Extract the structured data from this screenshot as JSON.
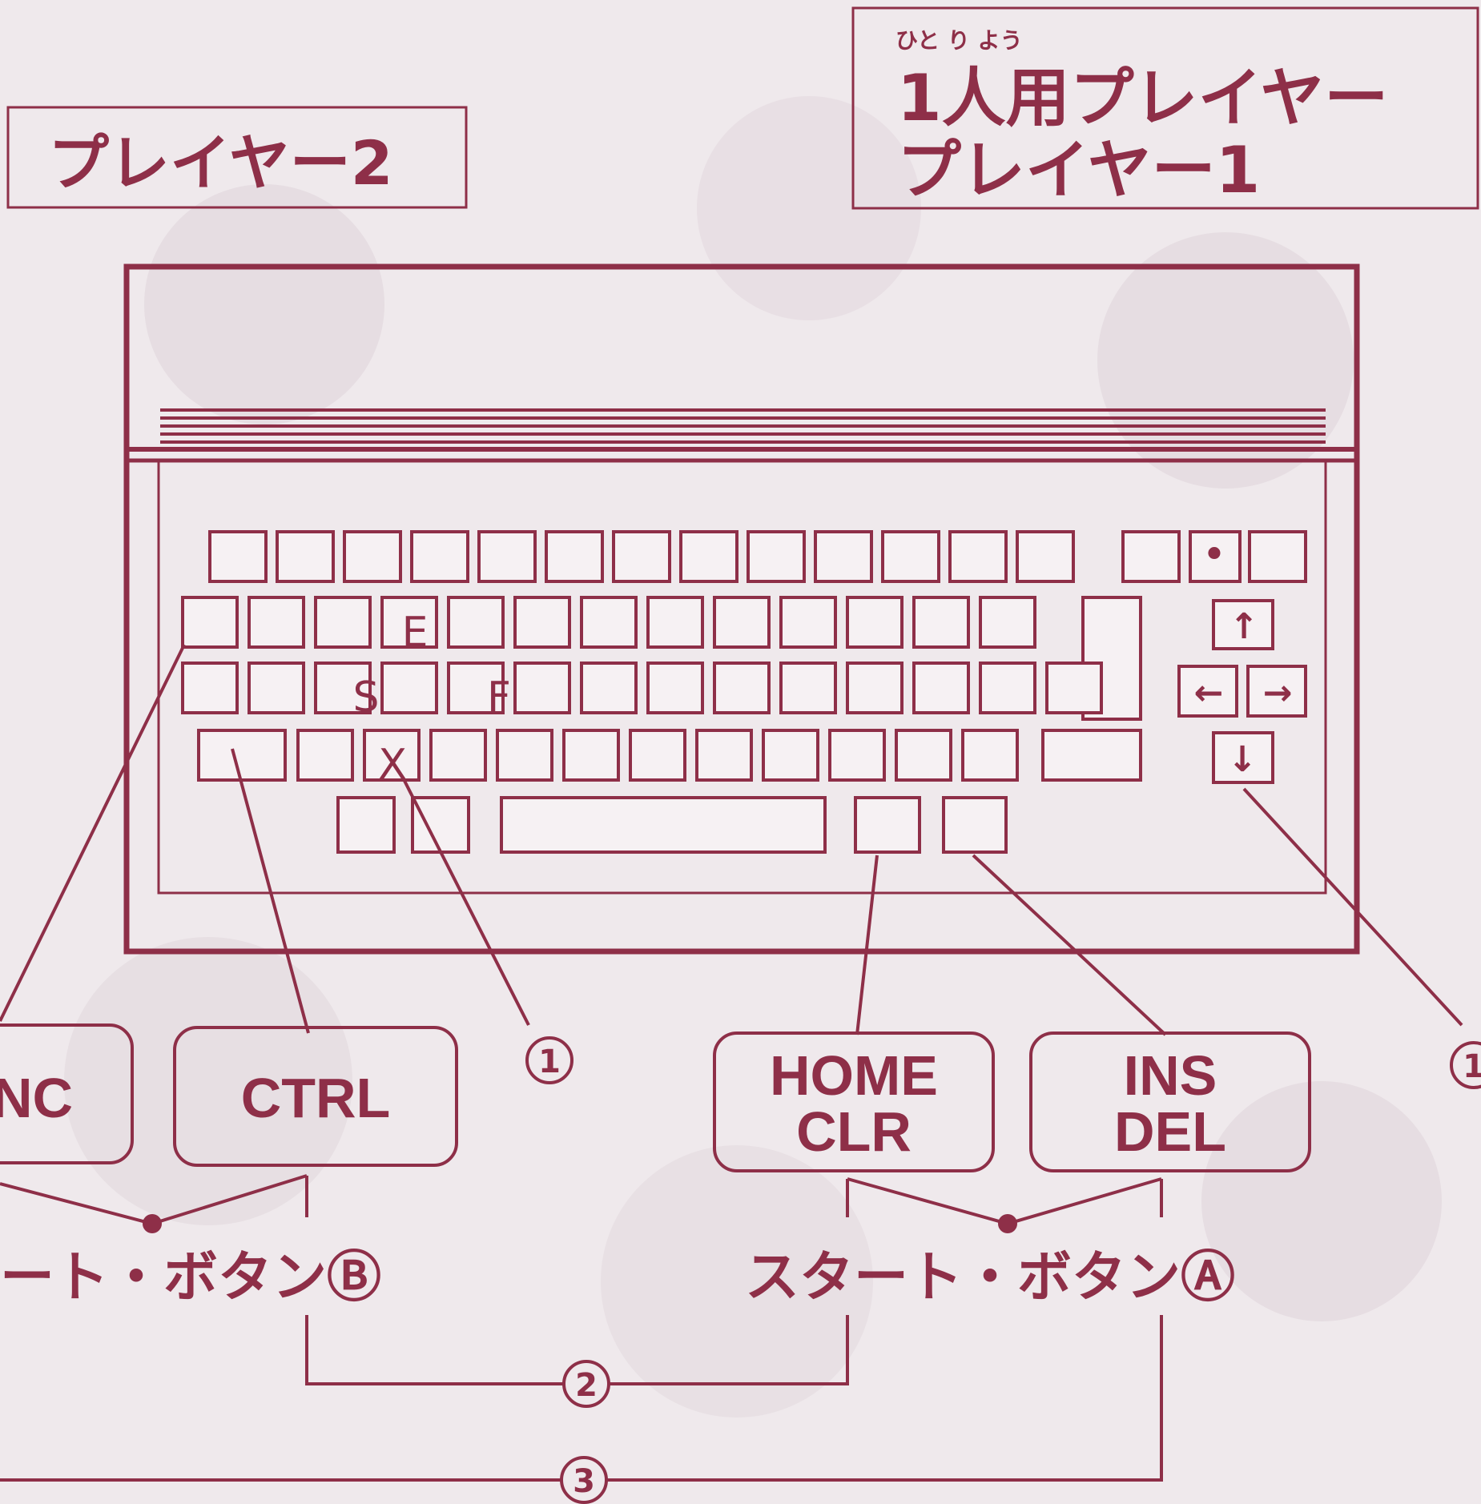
{
  "colors": {
    "ink": "#8e2f48",
    "paper": "#efe9ec"
  },
  "player2_label": "プレイヤー2",
  "player1_box": {
    "ruby": "ひと り よう",
    "line1": "1人用プレイヤー",
    "line2": "プレイヤー1"
  },
  "keyboard": {
    "key_labels": {
      "e": "E",
      "s": "S",
      "f": "F",
      "x": "X",
      "dot": "•",
      "up": "↑",
      "left": "←",
      "right": "→",
      "down": "↓"
    }
  },
  "callouts": {
    "func": "NC",
    "ctrl": "CTRL",
    "home_line1": "HOME",
    "home_line2": "CLR",
    "ins_line1": "INS",
    "ins_line2": "DEL",
    "num_left": "1",
    "num_right": "1",
    "num_bracket2": "2",
    "num_bracket3": "3"
  },
  "start_b": "ート・ボタンⒷ",
  "start_a": "スタート・ボタンⒶ"
}
